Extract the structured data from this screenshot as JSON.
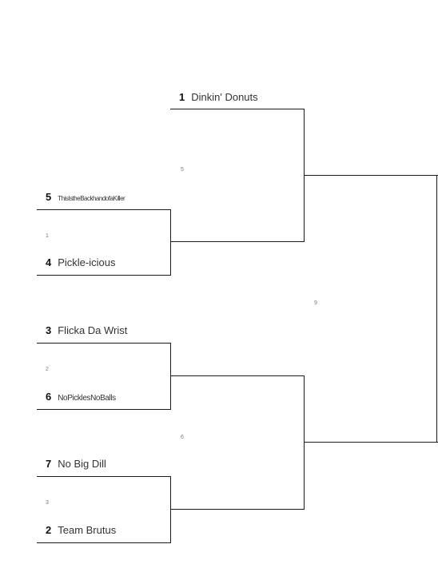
{
  "teams": [
    {
      "seed": "1",
      "name": "Dinkin' Donuts"
    },
    {
      "seed": "5",
      "name": "ThisIstheBackhandofaKiller"
    },
    {
      "seed": "4",
      "name": "Pickle-icious"
    },
    {
      "seed": "3",
      "name": "Flicka Da Wrist"
    },
    {
      "seed": "6",
      "name": "NoPicklesNoBalls"
    },
    {
      "seed": "7",
      "name": "No Big Dill"
    },
    {
      "seed": "2",
      "name": "Team Brutus"
    }
  ],
  "games": [
    "1",
    "2",
    "3",
    "5",
    "6",
    "9"
  ]
}
